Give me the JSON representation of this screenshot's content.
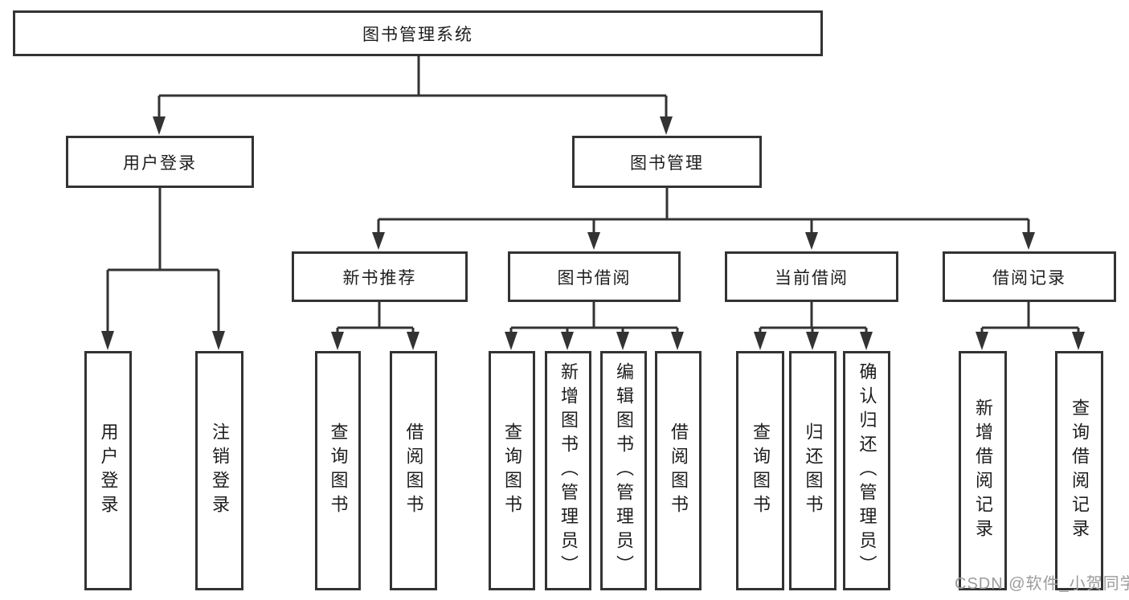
{
  "colors": {
    "line": "#333333",
    "box_border": "#333333",
    "text": "#1d1d1f",
    "watermark": "#9b9b9b",
    "background": "#ffffff"
  },
  "tree": {
    "root": {
      "label": "图书管理系统"
    },
    "branches": [
      {
        "label": "用户登录",
        "children": [
          {
            "label": "用户登录"
          },
          {
            "label": "注销登录"
          }
        ]
      },
      {
        "label": "图书管理",
        "children": [
          {
            "label": "新书推荐",
            "children": [
              {
                "label": "查询图书"
              },
              {
                "label": "借阅图书"
              }
            ]
          },
          {
            "label": "图书借阅",
            "children": [
              {
                "label": "查询图书"
              },
              {
                "label": "新增图书（管理员）"
              },
              {
                "label": "编辑图书（管理员）"
              },
              {
                "label": "借阅图书"
              }
            ]
          },
          {
            "label": "当前借阅",
            "children": [
              {
                "label": "查询图书"
              },
              {
                "label": "归还图书"
              },
              {
                "label": "确认归还（管理员）"
              }
            ]
          },
          {
            "label": "借阅记录",
            "children": [
              {
                "label": "新增借阅记录"
              },
              {
                "label": "查询借阅记录"
              }
            ]
          }
        ]
      }
    ]
  },
  "watermark": {
    "text": "CSDN @软件_小贺同学"
  }
}
